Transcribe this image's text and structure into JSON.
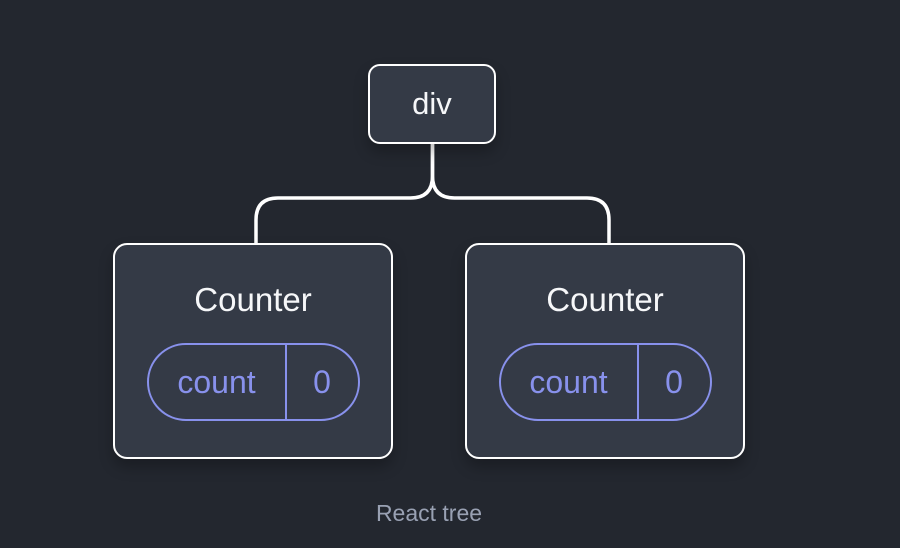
{
  "diagram": {
    "caption": "React tree",
    "root": {
      "label": "div"
    },
    "children": [
      {
        "title": "Counter",
        "state": {
          "name": "count",
          "value": "0"
        }
      },
      {
        "title": "Counter",
        "state": {
          "name": "count",
          "value": "0"
        }
      }
    ],
    "colors": {
      "background": "#23272f",
      "node_fill": "#343a46",
      "node_border": "#ffffff",
      "connector": "#ffffff",
      "state_accent": "#8891ec",
      "node_text": "#f6f7f9",
      "caption_text": "#99a1b3"
    }
  }
}
